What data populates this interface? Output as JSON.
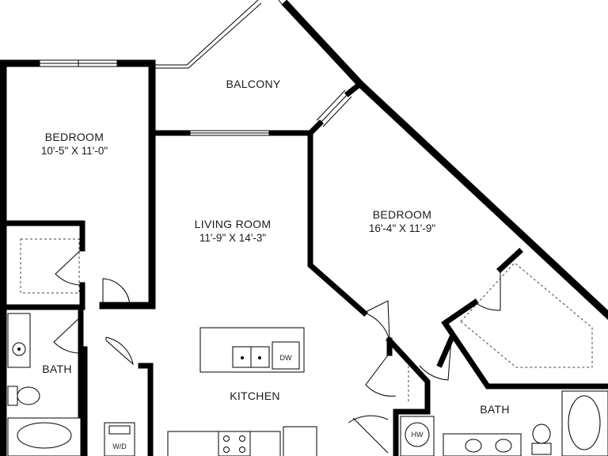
{
  "rooms": {
    "balcony": {
      "name": "BALCONY"
    },
    "bedroom_left": {
      "name": "BEDROOM",
      "dimensions": "10'-5\" X 11'-0\""
    },
    "living_room": {
      "name": "LIVING ROOM",
      "dimensions": "11'-9\" X 14'-3\""
    },
    "bedroom_right": {
      "name": "BEDROOM",
      "dimensions": "16'-4\" X 11'-9\""
    },
    "kitchen": {
      "name": "KITCHEN"
    },
    "bath_left": {
      "name": "BATH"
    },
    "bath_right": {
      "name": "BATH"
    }
  },
  "fixtures": {
    "dishwasher": "DW",
    "water_heater": "HW",
    "washer_dryer": "W/D"
  }
}
